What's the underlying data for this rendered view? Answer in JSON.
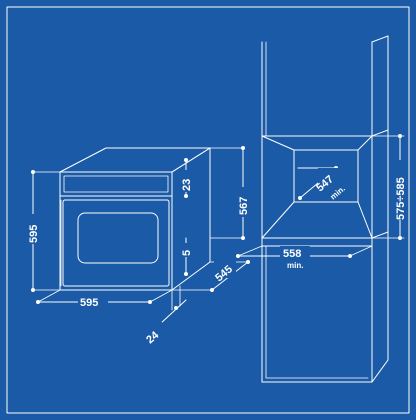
{
  "colors": {
    "background": "#1a5aa6",
    "line": "#ffffff"
  },
  "oven": {
    "width_label": "595",
    "height_label": "595",
    "depth_label": "545",
    "side_height_label": "567",
    "top_offset_label": "23",
    "bottom_offset_label": "5",
    "door_thickness_label": "24"
  },
  "cabinet": {
    "opening_height_label": "575÷585",
    "depth_label": "547",
    "depth_min_label": "min.",
    "width_label": "558",
    "width_min_label": "min."
  }
}
